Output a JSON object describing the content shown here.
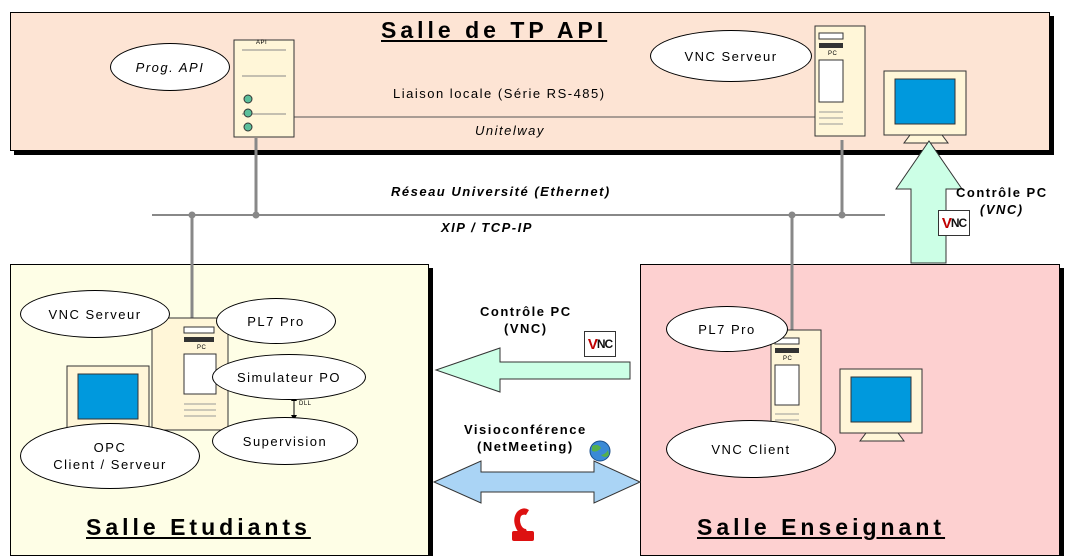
{
  "rooms": {
    "api": {
      "title": "Salle de TP API",
      "fill": "#fde4d4"
    },
    "etudiants": {
      "title": "Salle Etudiants",
      "fill": "#fefee6"
    },
    "enseignant": {
      "title": "Salle Enseignant",
      "fill": "#fdd0d0"
    }
  },
  "api_room": {
    "prog_api": "Prog. API",
    "api_device_label": "API",
    "vnc_server": "VNC Serveur",
    "pc_label": "PC",
    "link_label": "Liaison locale (Série RS-485)",
    "protocol_label": "Unitelway"
  },
  "network": {
    "name": "Réseau Université (Ethernet)",
    "protocol": "XIP / TCP-IP"
  },
  "students_room": {
    "vnc_server": "VNC Serveur",
    "pl7": "PL7 Pro",
    "simulator": "Simulateur PO",
    "dll_label": "DLL",
    "supervision": "Supervision",
    "opc_line1": "OPC",
    "opc_line2": "Client / Serveur",
    "pc_label": "PC"
  },
  "teacher_room": {
    "pl7": "PL7 Pro",
    "vnc_client": "VNC Client",
    "pc_label": "PC"
  },
  "arrows": {
    "control_top_line1": "Contrôle PC",
    "control_top_line2": "(VNC)",
    "control_mid_line1": "Contrôle PC",
    "control_mid_line2": "(VNC)",
    "visio_line1": "Visioconférence",
    "visio_line2": "(NetMeeting)",
    "green_arrow_color": "#ccffe6",
    "blue_arrow_color": "#aad4f5"
  },
  "icons": {
    "vnc_logo_text": "NC",
    "vnc_logo_v": "V"
  }
}
